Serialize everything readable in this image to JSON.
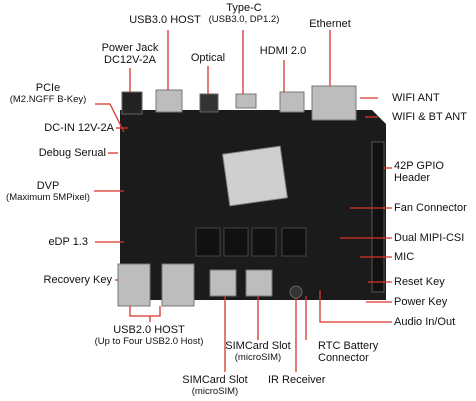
{
  "labels": {
    "usb30_host": "USB3.0 HOST",
    "typec": "Type-C",
    "typec_sub": "(USB3.0, DP1.2)",
    "ethernet": "Ethernet",
    "power_jack": "Power Jack",
    "power_jack_sub": "DC12V-2A",
    "optical": "Optical",
    "hdmi": "HDMI 2.0",
    "pcie": "PCIe",
    "pcie_sub": "(M2.NGFF B-Key)",
    "wifi_ant": "WIFI ANT",
    "wifi_bt_ant": "WIFI & BT ANT",
    "dc_in": "DC-IN 12V-2A",
    "debug_serial": "Debug Serual",
    "gpio_header": "42P GPIO",
    "gpio_header_sub": "Header",
    "dvp": "DVP",
    "dvp_sub": "(Maximum 5MPixel)",
    "fan_connector": "Fan Connector",
    "edp": "eDP 1.3",
    "dual_mipi": "Dual MIPI-CSI",
    "mic": "MIC",
    "recovery_key": "Recovery Key",
    "reset_key": "Reset Key",
    "power_key": "Power Key",
    "audio_io": "Audio In/Out",
    "usb20_host": "USB2.0 HOST",
    "usb20_host_sub": "(Up to Four USB2.0 Host)",
    "simcard_slot_right": "SIMCard Slot",
    "simcard_slot_right_sub": "(microSIM)",
    "rtc_battery": "RTC Battery",
    "rtc_battery_sub": "Connector",
    "simcard_slot_left": "SIMCard Slot",
    "simcard_slot_left_sub": "(microSIM)",
    "ir_receiver": "IR Receiver"
  },
  "colors": {
    "board": "#1b1b1b",
    "leader": "#d9342b",
    "soc": "#cfcfcf",
    "metal": "#bdbdbd"
  }
}
